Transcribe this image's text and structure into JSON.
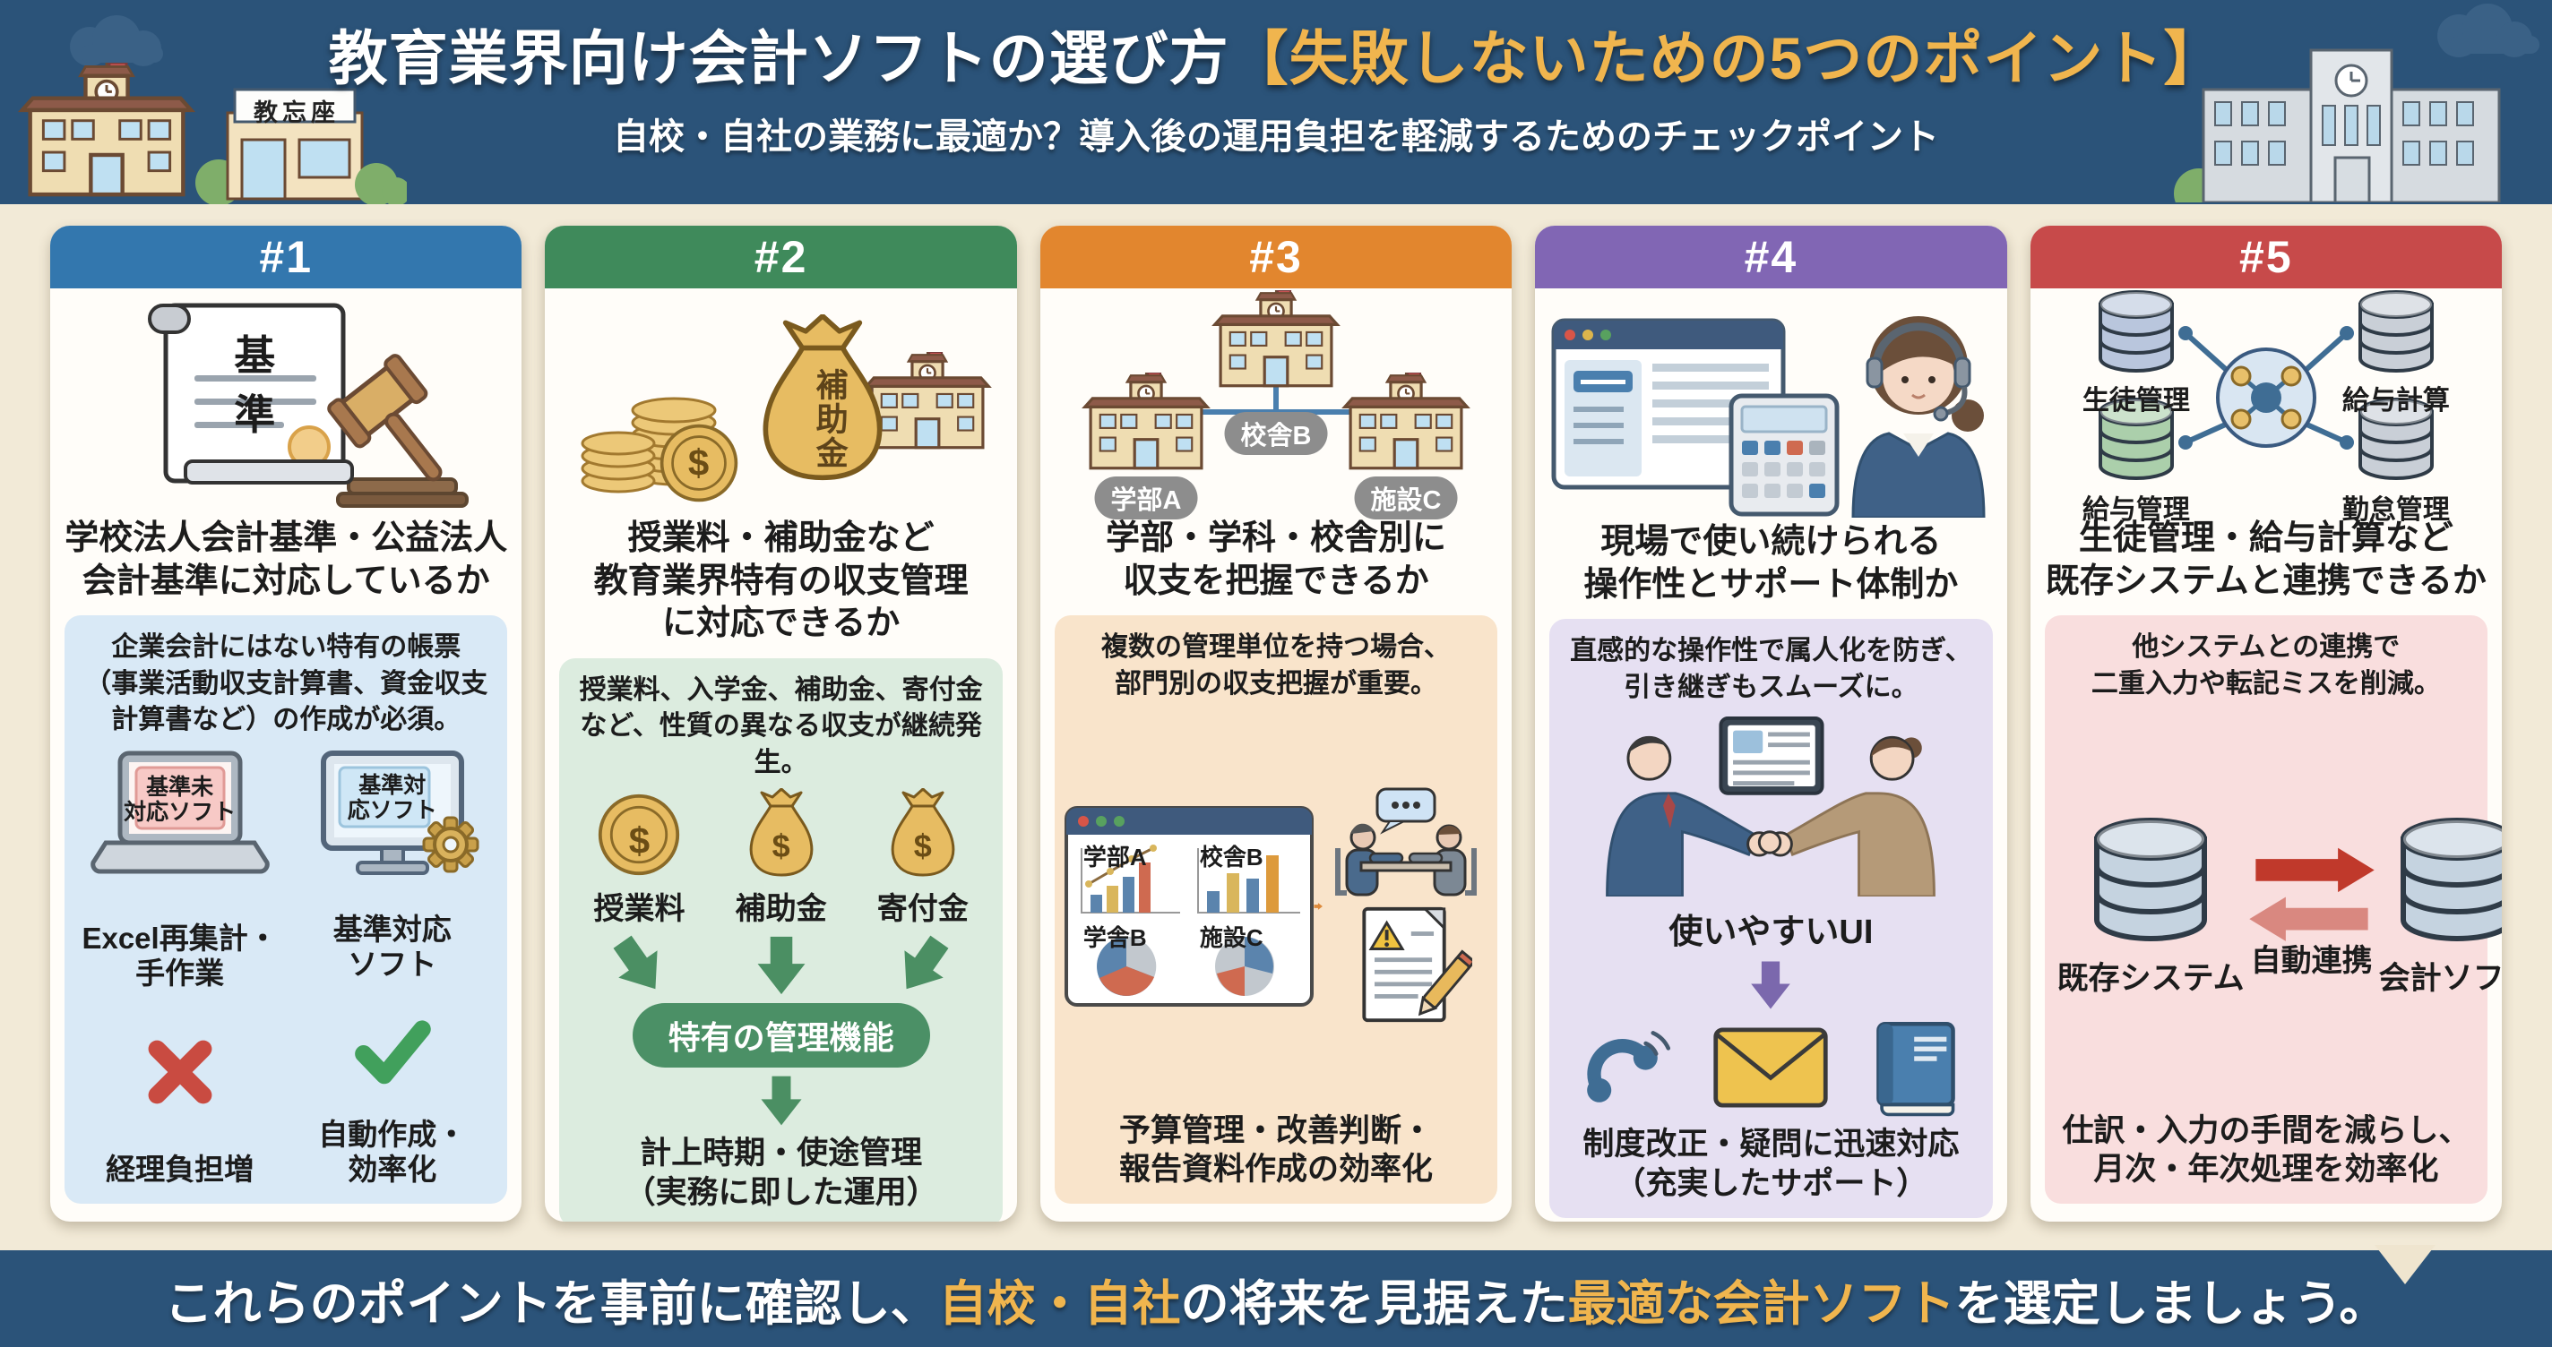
{
  "header": {
    "title_main": "教育業界向け会計ソフトの選び方",
    "title_accent": "【失敗しないための5つのポイント】",
    "subtitle": "自校・自社の業務に最適か？導入後の運用負担を軽減するためのチェックポイント",
    "shop_sign": "教忘座",
    "band_color": "#2b5379",
    "accent_gold": "#f0b54e"
  },
  "glyphs": {
    "dollar": "$"
  },
  "columns": [
    {
      "number": "#1",
      "accent": "#3377ae",
      "box": "#d9e9f6",
      "heading": "学校法人会計基準・公益法人\n会計基準に対応しているか",
      "scroll_label": "基準",
      "description": "企業会計にはない特有の帳票\n（事業活動収支計算書、資金収支\n計算書など）の作成が必須。",
      "bad_device_label": "基準未\n対応ソフト",
      "good_device_label": "基準対\n応ソフト",
      "bad_title": "Excel再集計・\n手作業",
      "good_title": "基準対応\nソフト",
      "bad_result": "経理負担増",
      "good_result": "自動作成・\n効率化"
    },
    {
      "number": "#2",
      "accent": "#3f8a5b",
      "box": "#dcecdf",
      "heading": "授業料・補助金など\n教育業界特有の収支管理\nに対応できるか",
      "bag_label": "補助金",
      "description": "授業料、入学金、補助金、寄付金\nなど、性質の異なる収支が継続発生。",
      "flow_items": [
        "授業料",
        "補助金",
        "寄付金"
      ],
      "pill": "特有の管理機能",
      "result": "計上時期・使途管理\n（実務に即した運用）"
    },
    {
      "number": "#3",
      "accent": "#e2862e",
      "box": "#f9e4cb",
      "heading": "学部・学科・校舎別に\n収支を把握できるか",
      "org_labels": [
        "学部A",
        "校舎B",
        "施設C"
      ],
      "description": "複数の管理単位を持つ場合、\n部門別の収支把握が重要。",
      "dash_labels": [
        "学部A",
        "校舎B",
        "学舎B",
        "施設C"
      ],
      "result": "予算管理・改善判断・\n報告資料作成の効率化"
    },
    {
      "number": "#4",
      "accent": "#8166b4",
      "box": "#e6e0f2",
      "heading": "現場で使い続けられる\n操作性とサポート体制か",
      "description": "直感的な操作性で属人化を防ぎ、\n引き継ぎもスムーズに。",
      "ui_label": "使いやすいUI",
      "result": "制度改正・疑問に迅速対応\n（充実したサポート）"
    },
    {
      "number": "#5",
      "accent": "#c74a4a",
      "box": "#f9dede",
      "heading": "生徒管理・給与計算など\n既存システムと連携できるか",
      "db_labels": [
        "生徒管理",
        "給与計算",
        "給与管理",
        "勤怠管理"
      ],
      "description": "他システムとの連携で\n二重入力や転記ミスを削減。",
      "sync_label": "自動連携",
      "left_system": "既存システム",
      "right_system": "会計ソフト",
      "result": "仕訳・入力の手間を減らし、\n月次・年次処理を効率化"
    }
  ],
  "footer": {
    "t1": "これらのポイントを事前に確認し、",
    "a1": "自校・自社",
    "t2": "の将来を見据えた",
    "a2": "最適な会計ソフト",
    "t3": "を選定しましょう。"
  }
}
